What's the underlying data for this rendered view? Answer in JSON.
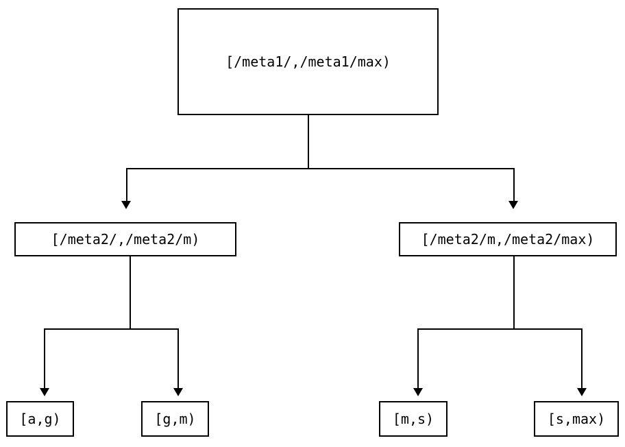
{
  "diagram": {
    "type": "tree",
    "background_color": "#ffffff",
    "stroke_color": "#000000",
    "text_color": "#000000",
    "nodes": {
      "root": {
        "label": "[/meta1/,/meta1/max)",
        "level": 0
      },
      "internal_left": {
        "label": "[/meta2/,/meta2/m)",
        "level": 1
      },
      "internal_right": {
        "label": "[/meta2/m,/meta2/max)",
        "level": 1
      },
      "leaf_1": {
        "label": "[a,g)",
        "level": 2
      },
      "leaf_2": {
        "label": "[g,m)",
        "level": 2
      },
      "leaf_3": {
        "label": "[m,s)",
        "level": 2
      },
      "leaf_4": {
        "label": "[s,max)",
        "level": 2
      }
    }
  }
}
